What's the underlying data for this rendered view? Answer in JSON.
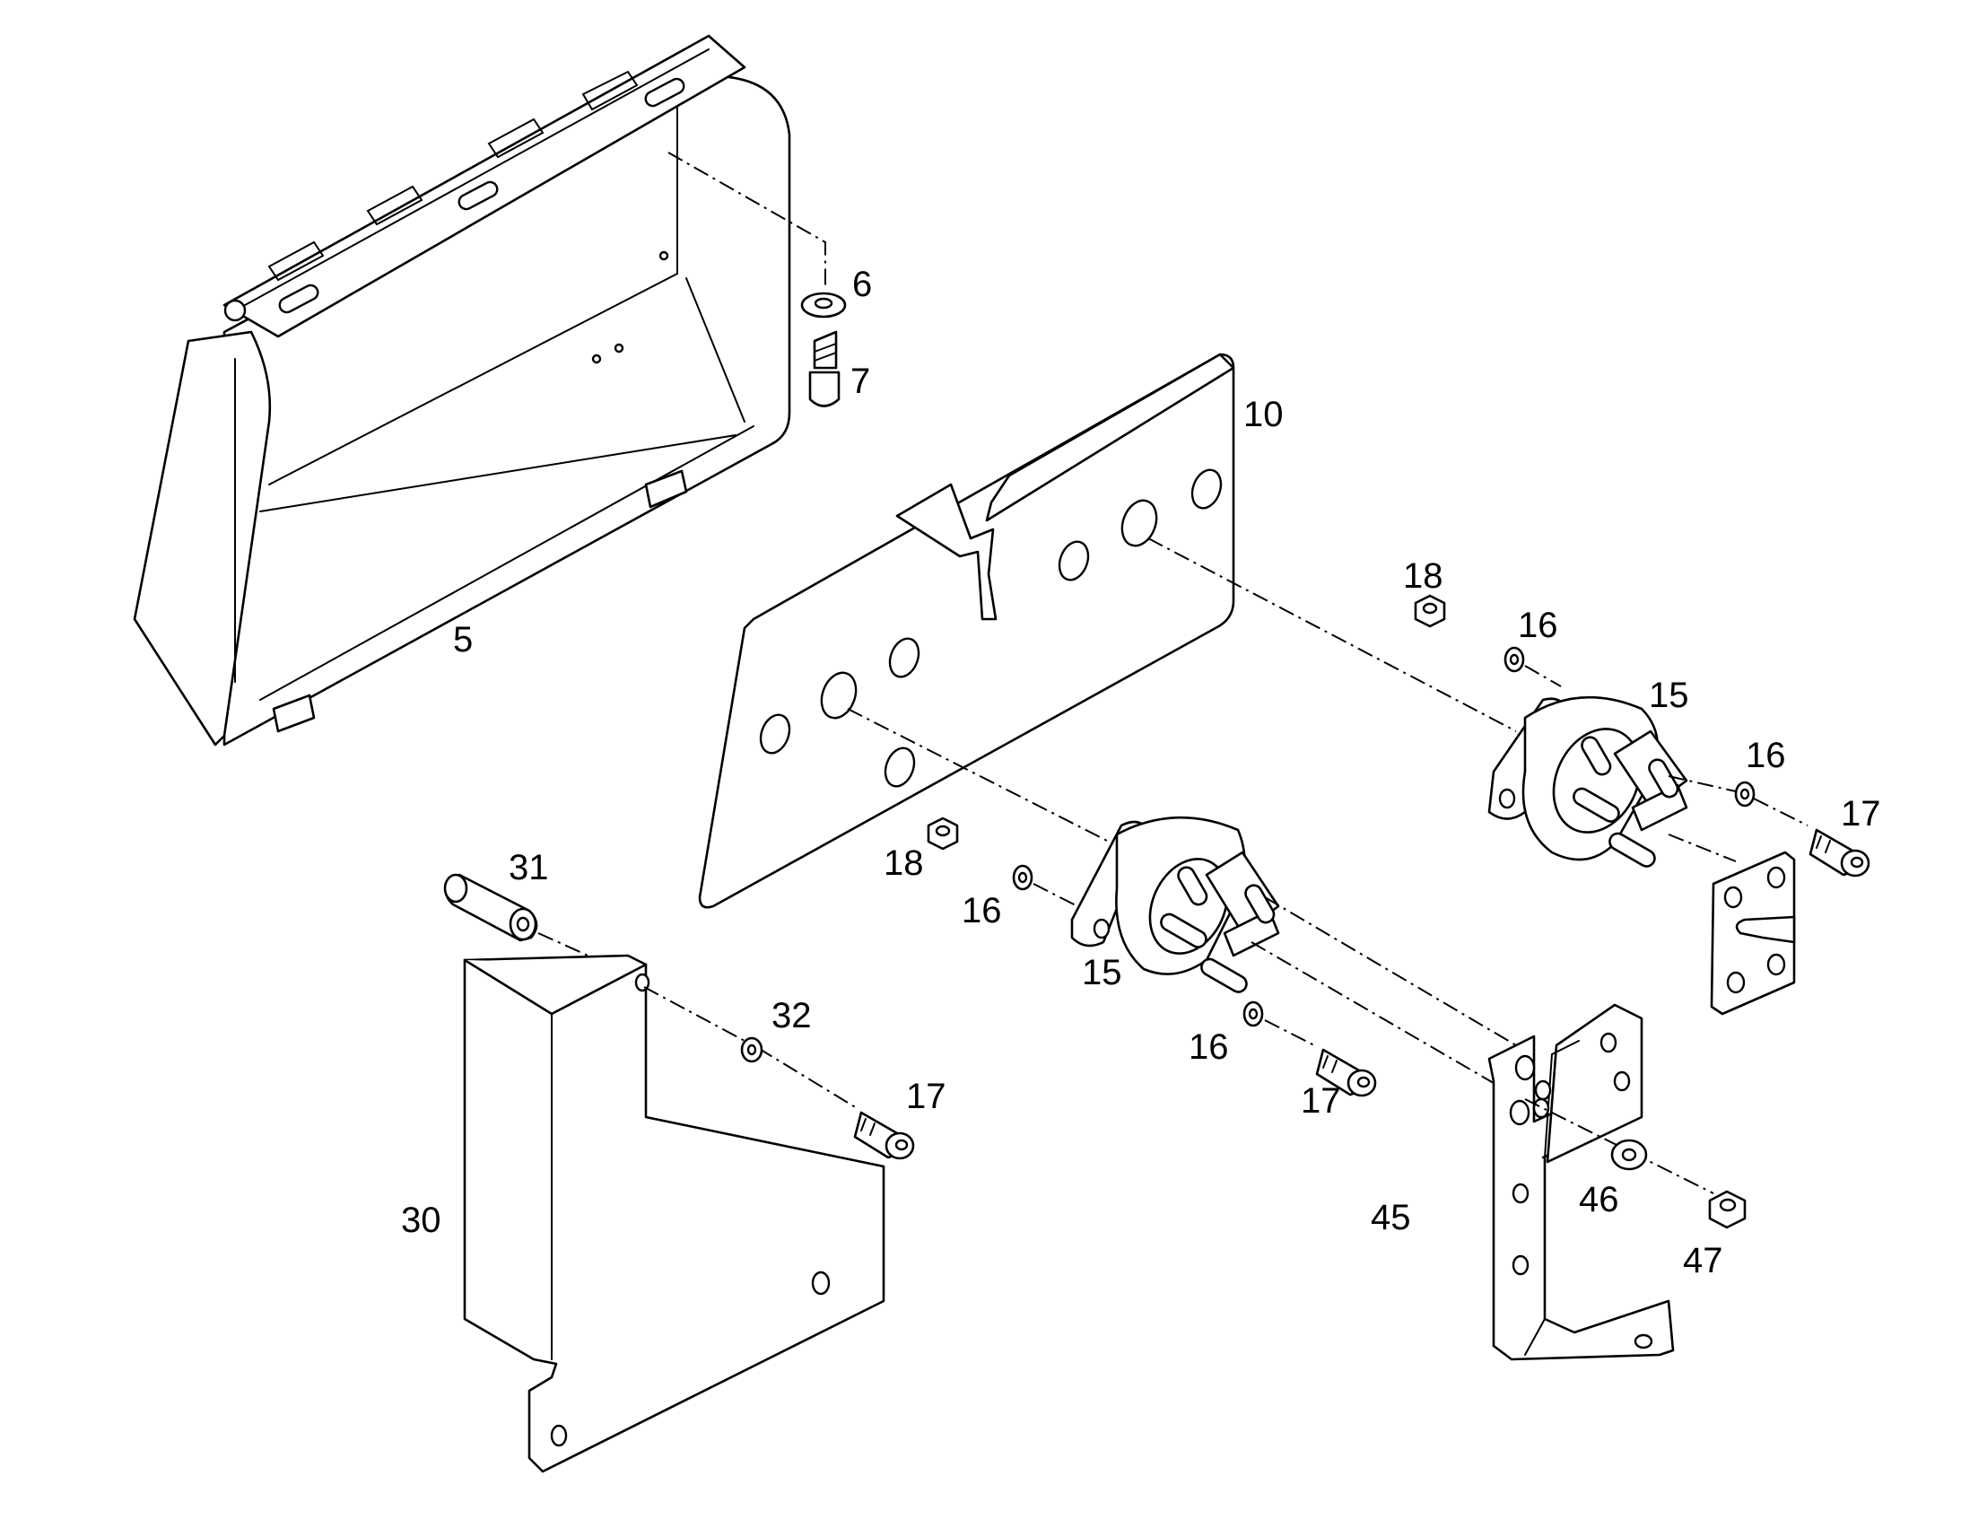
{
  "callouts": {
    "c5": "5",
    "c6": "6",
    "c7": "7",
    "c10": "10",
    "c15a": "15",
    "c15b": "15",
    "c16a": "16",
    "c16b": "16",
    "c16c": "16",
    "c16d": "16",
    "c17a": "17",
    "c17b": "17",
    "c17c": "17",
    "c18a": "18",
    "c18b": "18",
    "c30": "30",
    "c31": "31",
    "c32": "32",
    "c45": "45",
    "c46": "46",
    "c47": "47"
  },
  "colors": {
    "line": "#000000",
    "background": "#ffffff"
  }
}
